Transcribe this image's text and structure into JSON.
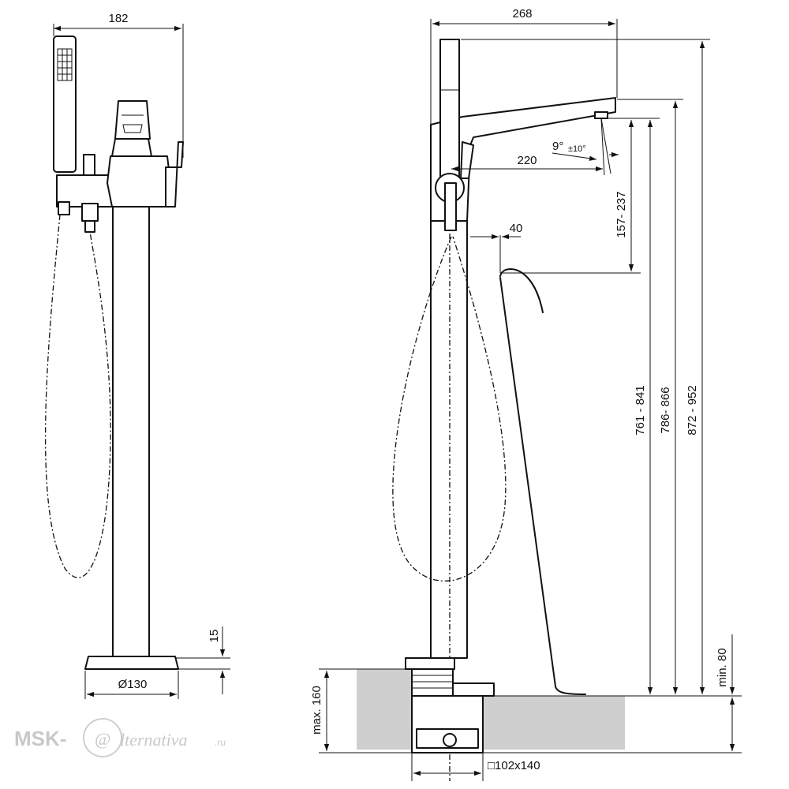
{
  "dimensions": {
    "front_width": "182",
    "side_width": "268",
    "spout_reach": "220",
    "spout_angle": "9°",
    "spout_angle_tol": "±10°",
    "outlet_range": "157- 237",
    "tub_offset": "40",
    "height_1": "761 - 841",
    "height_2": "786- 866",
    "height_3": "872 - 952",
    "base_height": "15",
    "base_diameter": "Ø130",
    "max_depth": "max. 160",
    "min_depth": "min. 80",
    "box_size": "□102x140"
  },
  "watermark": {
    "prefix": "MSK-",
    "at": "@",
    "suffix": "lternativa",
    "domain": ".ru"
  }
}
